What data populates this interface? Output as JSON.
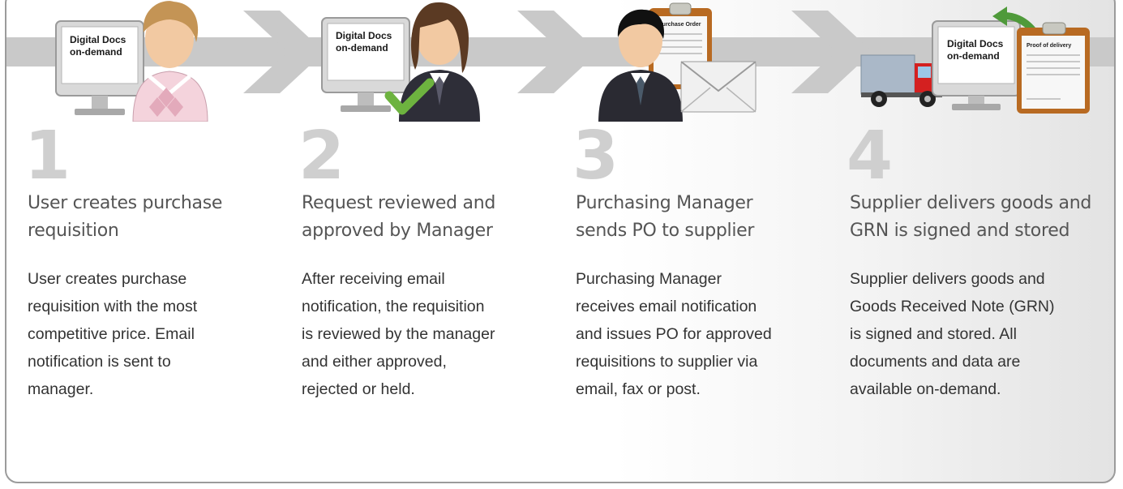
{
  "steps": [
    {
      "number": "1",
      "title": "User creates purchase\nrequisition",
      "body": "User creates purchase\nrequisition with the most\ncompetitive price. Email\nnotification is sent to\nmanager.",
      "screen_line1": "Digital Docs",
      "screen_line2": "on-demand",
      "icon": "user-at-monitor-icon"
    },
    {
      "number": "2",
      "title": "Request reviewed and\napproved by Manager",
      "body": "After receiving email\nnotification, the requisition\nis reviewed by the manager\nand either approved,\nrejected or held.",
      "screen_line1": "Digital Docs",
      "screen_line2": "on-demand",
      "icon": "manager-approval-icon"
    },
    {
      "number": "3",
      "title": "Purchasing Manager\nsends PO to supplier",
      "body": "Purchasing Manager\nreceives email notification\nand issues PO for approved\nrequisitions to supplier via\nemail, fax or post.",
      "doc_label": "Purchase Order",
      "icon": "purchase-order-email-icon"
    },
    {
      "number": "4",
      "title": "Supplier delivers goods and\nGRN is signed and stored",
      "body": "Supplier delivers goods and\nGoods Received Note (GRN)\nis signed and stored. All\ndocuments and data are\navailable on-demand.",
      "screen_line1": "Digital Docs",
      "screen_line2": "on-demand",
      "doc_label": "Proof of delivery",
      "icon": "delivery-truck-icon"
    }
  ],
  "colors": {
    "band": "#c9c9c9",
    "number": "#cfcfcf",
    "title": "#555555",
    "body": "#333333",
    "check": "#6db33f",
    "truck": "#d42020"
  }
}
